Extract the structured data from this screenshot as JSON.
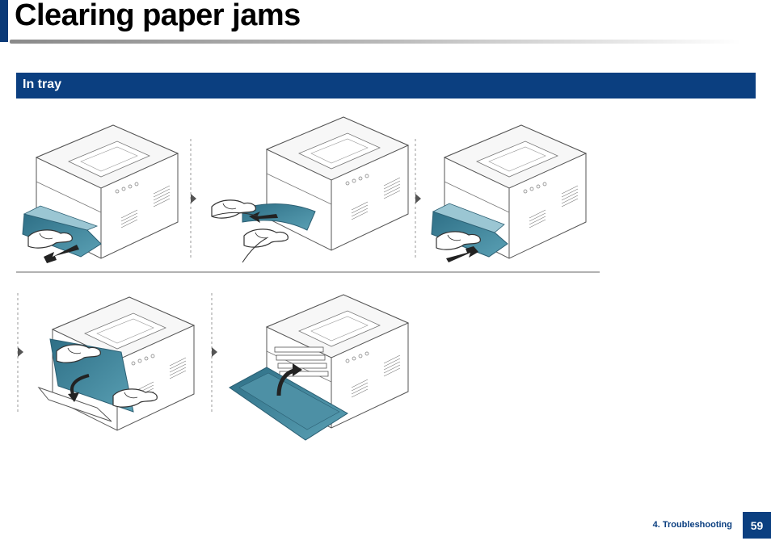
{
  "page": {
    "title": "Clearing paper jams",
    "section_heading": "In tray"
  },
  "footer": {
    "chapter": "4. Troubleshooting",
    "page_number": "59"
  },
  "steps": [
    {
      "step": 1,
      "action": "pull-out-tray"
    },
    {
      "step": 2,
      "action": "remove-jammed-paper"
    },
    {
      "step": 3,
      "action": "insert-tray"
    },
    {
      "step": 4,
      "action": "open-front-cover"
    },
    {
      "step": 5,
      "action": "close-front-cover"
    }
  ],
  "colors": {
    "accent": "#0b3f80",
    "paper": "#3f8296",
    "outline": "#555555"
  }
}
